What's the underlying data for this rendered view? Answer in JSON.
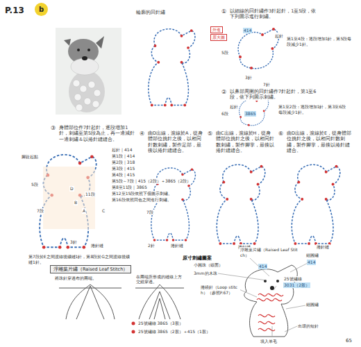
{
  "diagram": {
    "nodes": [
      {
        "text": [
          "b"
        ]
      },
      {
        "text": [
          "外進"
        ]
      },
      {
        "text": [
          "原大圖"
        ]
      },
      {
        "text": [
          "浮雕葉片繡（Raised Leaf Stitch）"
        ]
      }
    ],
    "labels": [
      "P.13",
      "輪廓的回針繡",
      "①",
      "以細線的回針繡作3針起針，1至5段，依下列圖示進行刺繡。",
      "414",
      "起針",
      "5段",
      "第1至4段：逐段增加1針，第5段每段減少1針。",
      "3針",
      "7針",
      "②",
      "以鼻部周圍的回針繡作7針起針，第1至6段，依下列圖示刺繡。",
      "3865",
      "6段",
      "起針",
      "第1至2段：逐段增加1針，第3至6段每段減少1針。",
      "③",
      "身體部位作7針起針，逐段增加1針，刺繡至第5段為止，再一邊減針一邊刺繡＆以捲針縫縫合。",
      "起針｜414",
      "第1段｜414",
      "第2段｜318",
      "第3段｜415",
      "第4段｜415",
      "第5段～7段｜415（2段）＋3865（2段）",
      "第8至11段｜3865",
      "第12至15段依照下個圖示刺繡。",
      "第16段依照同色之間進行刺繡。",
      "腳趾起點",
      "5段",
      "D",
      "A",
      "B",
      "C",
      "11段",
      "7段",
      "3針",
      "捲針縫",
      "第7段於E之間渡線後續縫1針，第8段於G之間渡線後續縫1針。",
      "④",
      "由D出線，渡線於A，從身體部位挑針之後，以相同針數刺繡，製作足部，最後以捲針縫縫合。",
      "7段",
      "2針",
      "捲針縫",
      "⑤",
      "由C出線，渡線於H，從身體部位挑針之後，以相同針數刺繡，製作腳掌，最後以捲針縫縫合。",
      "捲針縫",
      "⑥",
      "由D出線，渡線於E，從身體部位挑針之後，以相同針數刺繡，製作腳掌，最後以捲針縫縫合。",
      "捲針縫",
      "原寸刺繡圖案",
      "將珠針穿過布的兩端。",
      "在兩端所形成的縫線上方交錯穿過。",
      "25號繡線 3865（3股）",
      "25號繡線 3865（2股）＋415（1股）",
      "小圓珠（緞面）",
      "3mm的木珠",
      "浮雕葉片繡（Raised Leaf Stitch）",
      "414",
      "細圓繡",
      "414",
      "捲繞針（Loop stitch）（參照P.67）",
      "25號繡線",
      "3031（2股）",
      "細圓繡",
      "出環的短針",
      "填入羊毛",
      "65"
    ]
  }
}
